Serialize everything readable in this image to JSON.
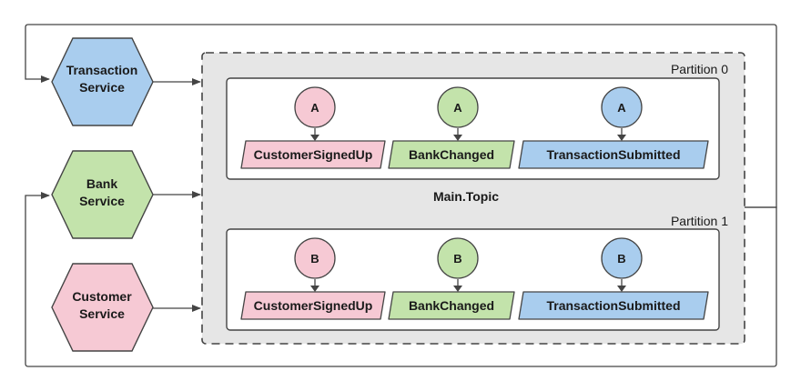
{
  "colors": {
    "transaction": "#a9cdee",
    "bank": "#c3e3ab",
    "customer": "#f6c9d4",
    "topic_bg": "#e6e6e6",
    "stroke": "#444444"
  },
  "services": [
    {
      "id": "transaction",
      "line1": "Transaction",
      "line2": "Service",
      "color": "#a9cdee"
    },
    {
      "id": "bank",
      "line1": "Bank",
      "line2": "Service",
      "color": "#c3e3ab"
    },
    {
      "id": "customer",
      "line1": "Customer",
      "line2": "Service",
      "color": "#f6c9d4"
    }
  ],
  "topic": {
    "name": "Main.Topic",
    "partitions": [
      {
        "label": "Partition 0",
        "events": [
          {
            "key": "A",
            "name": "CustomerSignedUp",
            "color": "#f6c9d4"
          },
          {
            "key": "A",
            "name": "BankChanged",
            "color": "#c3e3ab"
          },
          {
            "key": "A",
            "name": "TransactionSubmitted",
            "color": "#a9cdee"
          }
        ]
      },
      {
        "label": "Partition 1",
        "events": [
          {
            "key": "B",
            "name": "CustomerSignedUp",
            "color": "#f6c9d4"
          },
          {
            "key": "B",
            "name": "BankChanged",
            "color": "#c3e3ab"
          },
          {
            "key": "B",
            "name": "TransactionSubmitted",
            "color": "#a9cdee"
          }
        ]
      }
    ]
  }
}
